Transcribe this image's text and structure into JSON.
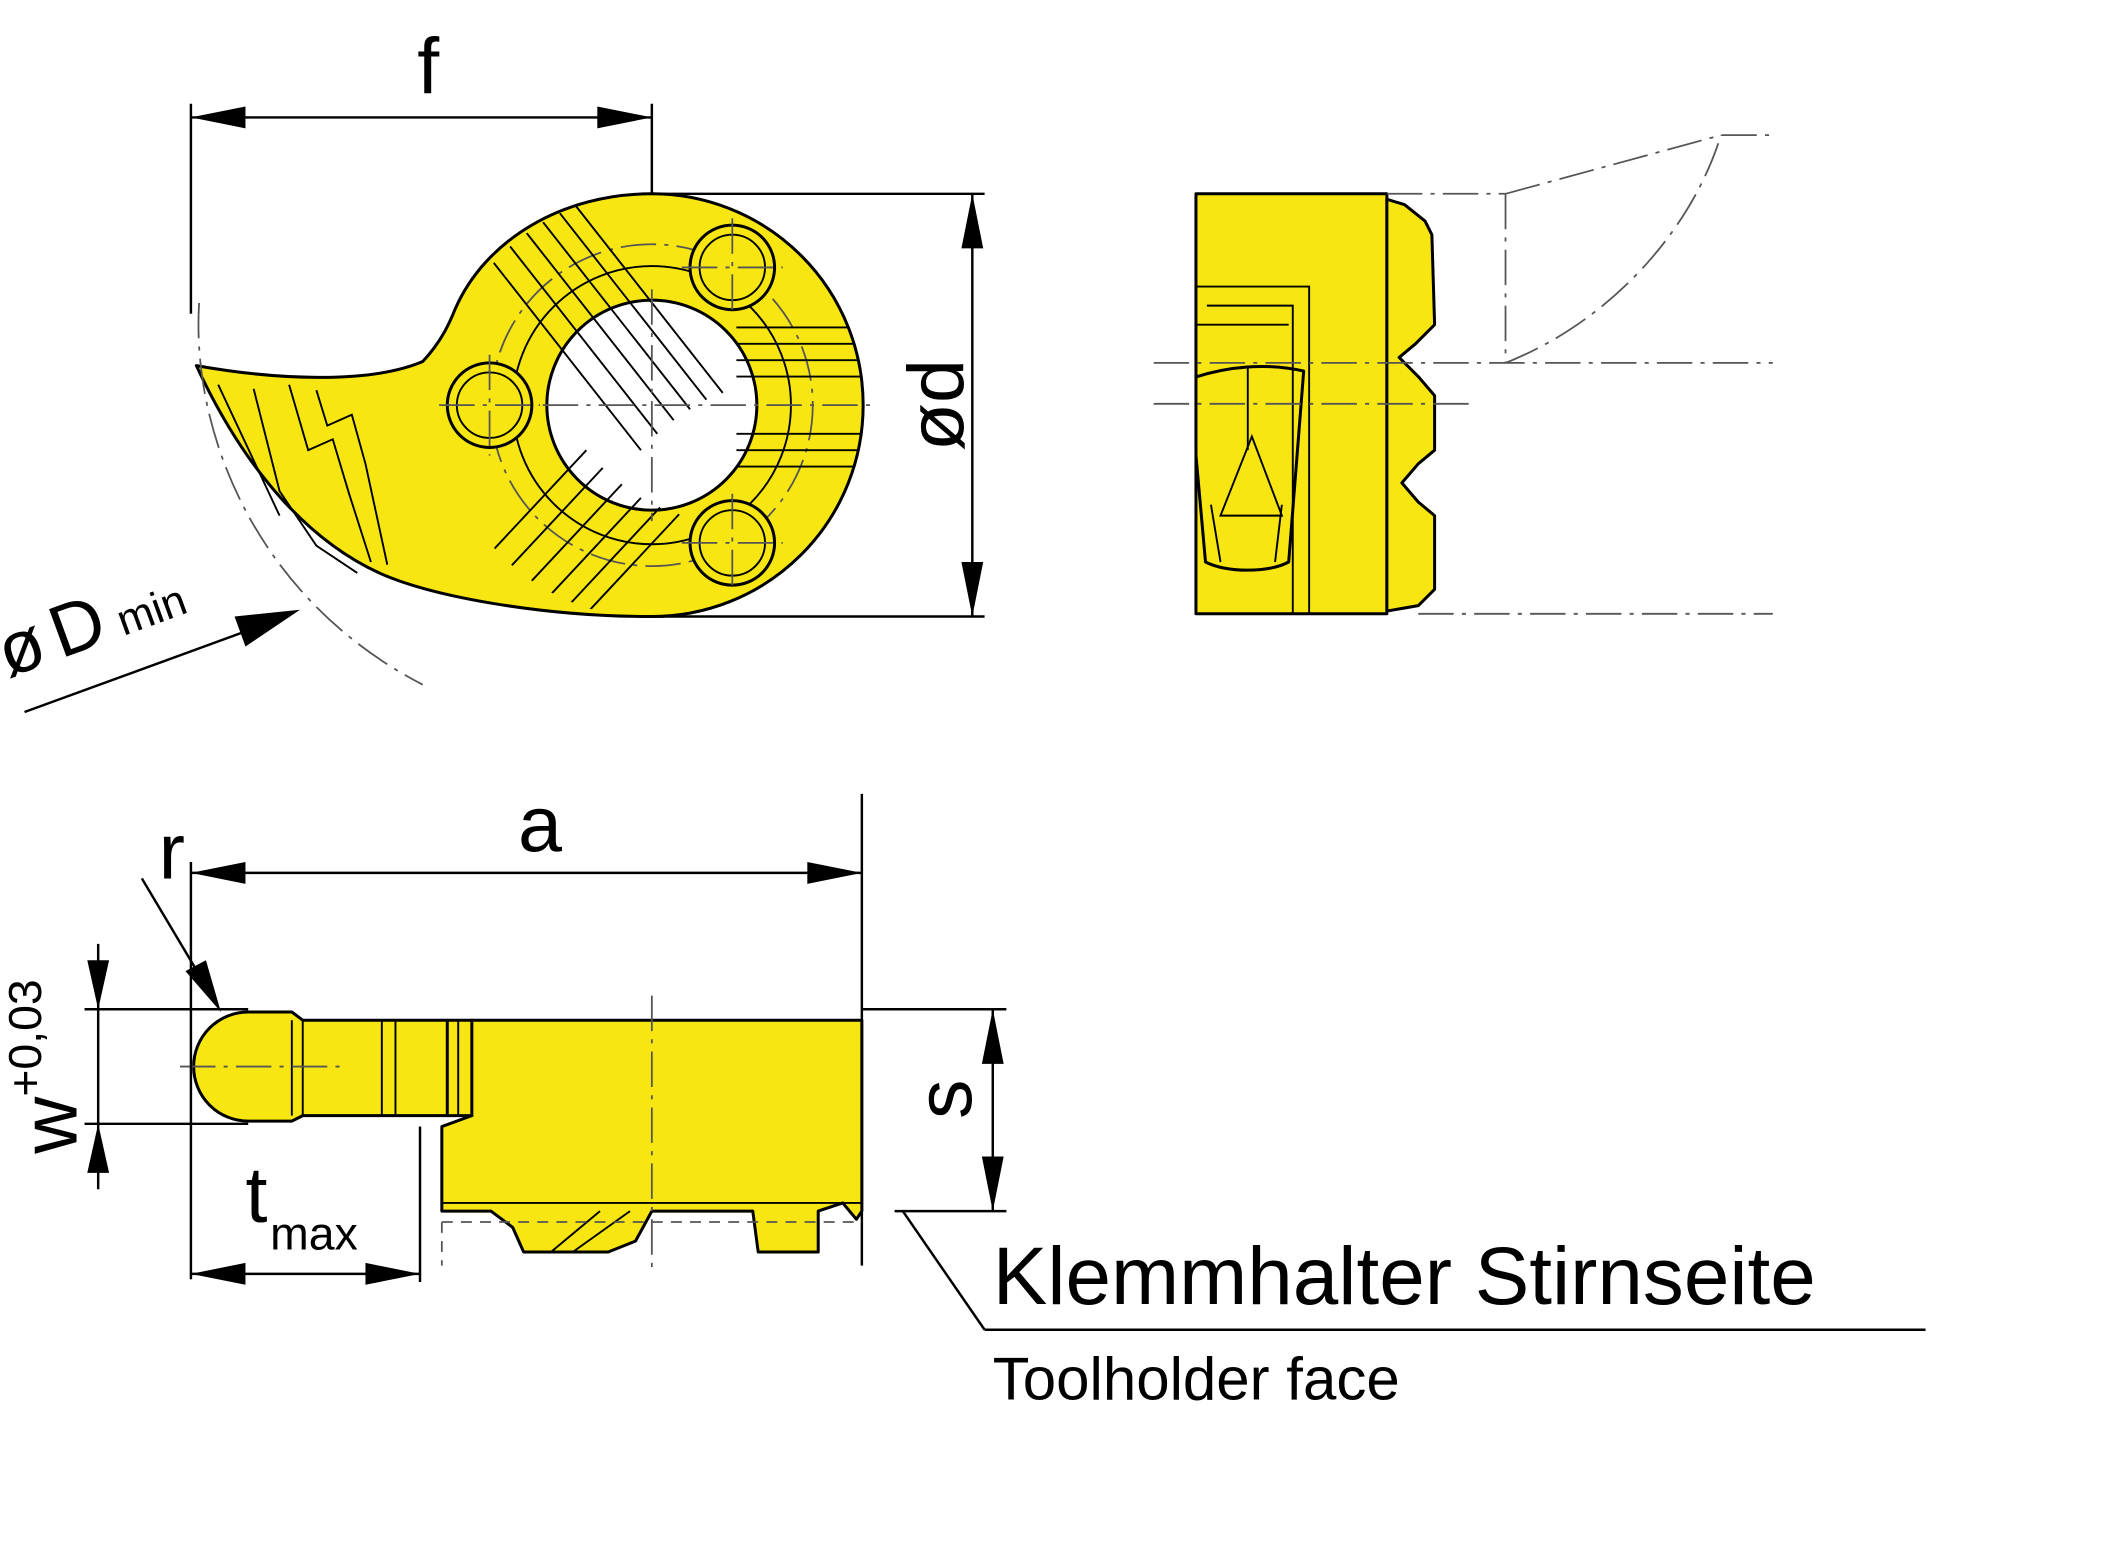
{
  "labels": {
    "f": "f",
    "d": "ød",
    "dmin_symbol": "ø",
    "dmin_letter": "D",
    "dmin_sub": "min",
    "a": "a",
    "r": "r",
    "w": "w",
    "w_tol": "+0,03",
    "s": "s",
    "t": "t",
    "t_sub": "max",
    "holder_de": "Klemmhalter Stirnseite",
    "holder_en": "Toolholder face"
  },
  "colors": {
    "insert": "#f7e611",
    "line": "#000000",
    "center_line": "#555555"
  }
}
